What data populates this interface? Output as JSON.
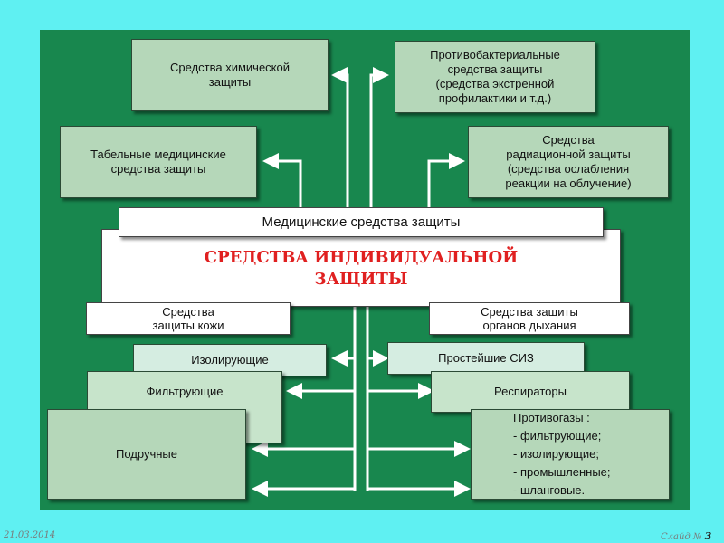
{
  "top_boxes": {
    "chemical": "Средства химической\nзащиты",
    "antibacterial": "Противобактериальные\nсредства защиты\n(средства экстренной\nпрофилактики и т.д.)",
    "tabular": "Табельные медицинские\nсредства защиты",
    "radiation": "Средства\nрадиационной защиты\n(средства ослабления\nреакции на облучение)"
  },
  "medical_banner": "Медицинские средства защиты",
  "main_title": "СРЕДСТВА ИНДИВИДУАЛЬНОЙ\nЗАЩИТЫ",
  "skin_protection": "Средства\nзащиты кожи",
  "respiratory_protection": "Средства защиты\nорганов дыхания",
  "left_branch": [
    "Изолирующие",
    "Фильтрующие",
    "Подручные"
  ],
  "right_branch": {
    "simplest": "Простейшие СИЗ",
    "respirators": "Респираторы",
    "gas_masks": "Противогазы :\n- фильтрующие;\n- изолирующие;\n- промышленные;\n- шланговые."
  },
  "footer": {
    "date": "21.03.2014",
    "slide_label": "Слайд №",
    "slide_number": "3"
  }
}
